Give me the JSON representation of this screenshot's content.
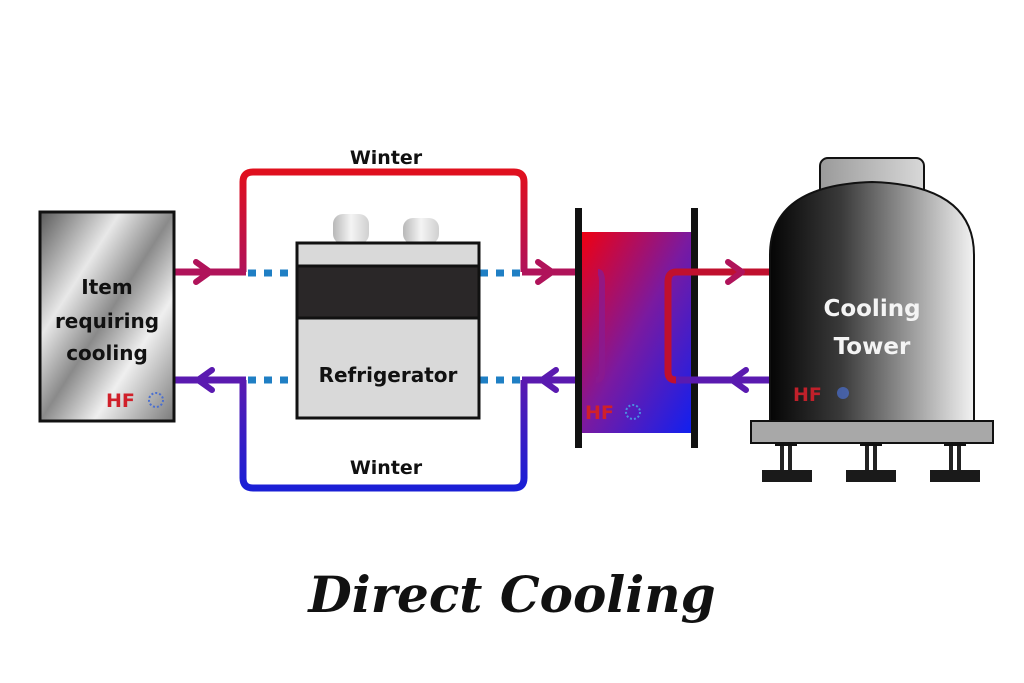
{
  "title": "Direct Cooling",
  "components": {
    "item": {
      "line1": "Item",
      "line2": "requiring",
      "line3": "cooling"
    },
    "refrigerator": {
      "label": "Refrigerator"
    },
    "heat_exchanger": {
      "label": ""
    },
    "cooling_tower": {
      "line1": "Cooling",
      "line2": "Tower"
    }
  },
  "bypass_labels": {
    "top": "Winter",
    "bottom": "Winter"
  },
  "logo": {
    "text": "HF",
    "icon": "sun-snowflake-icon"
  },
  "colors": {
    "hot": "#e0101e",
    "cold": "#1a1fd6",
    "mid": "#7a1aa8",
    "supply": "#b0135a",
    "return": "#5a1ab0",
    "dotted": "#1f7fc4"
  }
}
